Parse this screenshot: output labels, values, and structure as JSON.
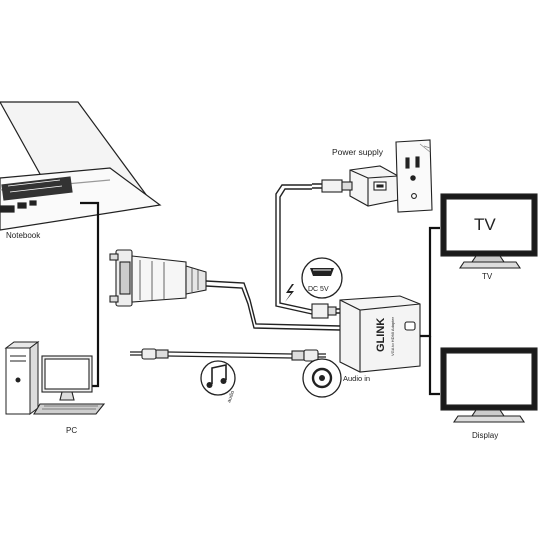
{
  "labels": {
    "notebook": "Notebook",
    "pc": "PC",
    "power_supply": "Power supply",
    "tv_screen": "TV",
    "tv": "TV",
    "display": "Display",
    "dc": "DC 5V",
    "audio": "audio",
    "audio_in": "Audio in",
    "brand": "GLINK",
    "brand_sub": "VGA to HDMI Adapter"
  },
  "colors": {
    "line": "#222222",
    "screen": "#1a1a1a",
    "background": "#ffffff"
  },
  "icons": [
    "laptop-icon",
    "pc-tower-icon",
    "vga-cable-icon",
    "usb-plug-icon",
    "power-adapter-icon",
    "wall-outlet-icon",
    "hdmi-port-icon",
    "micro-usb-plug-icon",
    "lightning-icon",
    "audio-cable-icon",
    "music-note-icon",
    "audio-jack-icon",
    "converter-box-icon",
    "tv-icon",
    "monitor-icon"
  ]
}
